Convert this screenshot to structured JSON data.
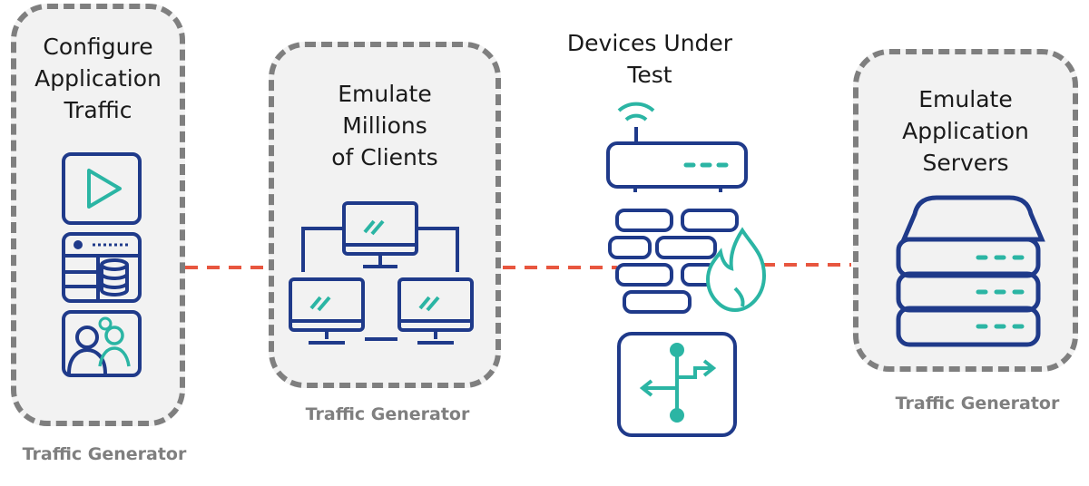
{
  "colors": {
    "navy": "#1f3a8a",
    "teal": "#2bb5a4",
    "dash_link": "#e8563f",
    "border": "#7f7f7f"
  },
  "groups": [
    {
      "heading": "Configure\nApplication\nTraffic",
      "caption": "Traffic Generator"
    },
    {
      "heading": "Emulate\nMillions\nof Clients",
      "caption": "Traffic Generator"
    },
    {
      "heading": "Devices Under\nTest",
      "caption": ""
    },
    {
      "heading": "Emulate\nApplication\nServers",
      "caption": "Traffic Generator"
    }
  ],
  "icons": [
    "play-icon",
    "database-server-icon",
    "users-icon",
    "monitor-network-icon",
    "wifi-router-icon",
    "firewall-icon",
    "network-switch-icon",
    "server-stack-icon"
  ]
}
